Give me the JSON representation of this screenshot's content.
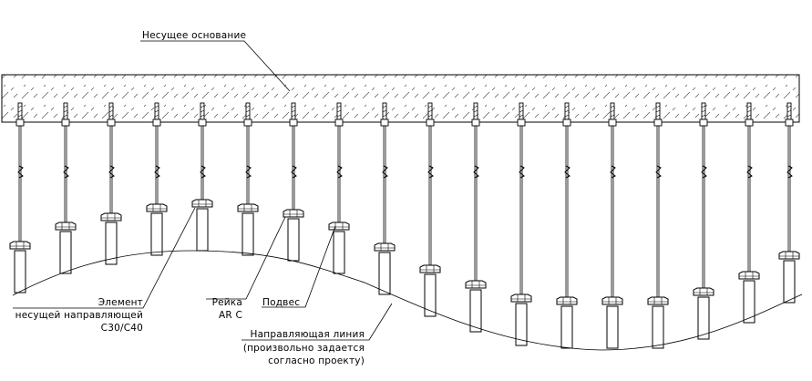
{
  "labels": {
    "base": "Несущее основание",
    "element_line1": "Элемент",
    "element_line2": "несущей направляющей",
    "element_line3": "С30/С40",
    "rail_line1": "Рейка",
    "rail_line2": "AR C",
    "hanger": "Подвес",
    "guide_line1": "Направляющая линия",
    "guide_line2": "(произвольно задается",
    "guide_line3": "согласно проекту)"
  },
  "hanger_count": 18,
  "colors": {
    "line": "#000000",
    "background": "#ffffff"
  }
}
